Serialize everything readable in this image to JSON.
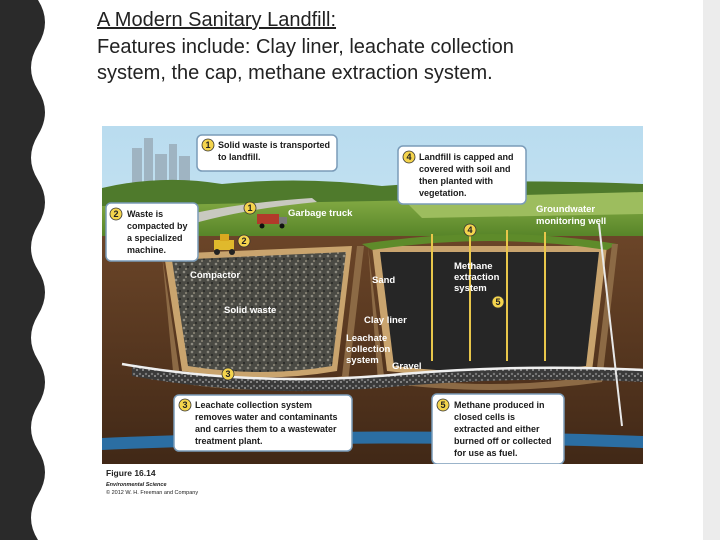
{
  "slide": {
    "title_underlined": "A Modern Sanitary Landfill:",
    "body_line1": "Features include: Clay liner, leachate collection",
    "body_line2": "system, the cap, methane extraction system."
  },
  "figure": {
    "callout1": {
      "number": "1",
      "lines": [
        "Solid waste is transported",
        "to landfill."
      ]
    },
    "callout2": {
      "number": "2",
      "lines": [
        "Waste is",
        "compacted by",
        "a specialized",
        "machine."
      ]
    },
    "callout3": {
      "number": "3",
      "lines": [
        "Leachate collection system",
        "removes water and contaminants",
        "and carries them to a wastewater",
        "treatment plant."
      ]
    },
    "callout4": {
      "number": "4",
      "lines": [
        "Landfill is capped and",
        "covered with soil and",
        "then planted with",
        "vegetation."
      ]
    },
    "callout5": {
      "number": "5",
      "lines": [
        "Methane produced in",
        "closed cells is",
        "extracted and either",
        "burned off or collected",
        "for use as fuel."
      ]
    },
    "labels": {
      "garbage_truck": "Garbage truck",
      "compactor": "Compactor",
      "solid_waste": "Solid waste",
      "sand": "Sand",
      "clay_liner": "Clay liner",
      "leachate": [
        "Leachate",
        "collection",
        "system"
      ],
      "gravel": "Gravel",
      "methane": [
        "Methane",
        "extraction",
        "system"
      ],
      "groundwater": [
        "Groundwater",
        "monitoring well"
      ]
    },
    "markers": {
      "m1": "1",
      "m2": "2",
      "m3": "3",
      "m4": "4",
      "m5": "5"
    },
    "caption": {
      "figure_number": "Figure 16.14",
      "book": "Environmental Science",
      "copyright": "© 2012 W. H. Freeman and Company"
    }
  },
  "colors": {
    "border": "#2a2a2a",
    "sky": "#cfe6f2",
    "grass": "#5d8a2a",
    "soil": "#5a3a22",
    "callout_fill": "#ffffff",
    "callout_stroke": "#7a9bb8"
  }
}
